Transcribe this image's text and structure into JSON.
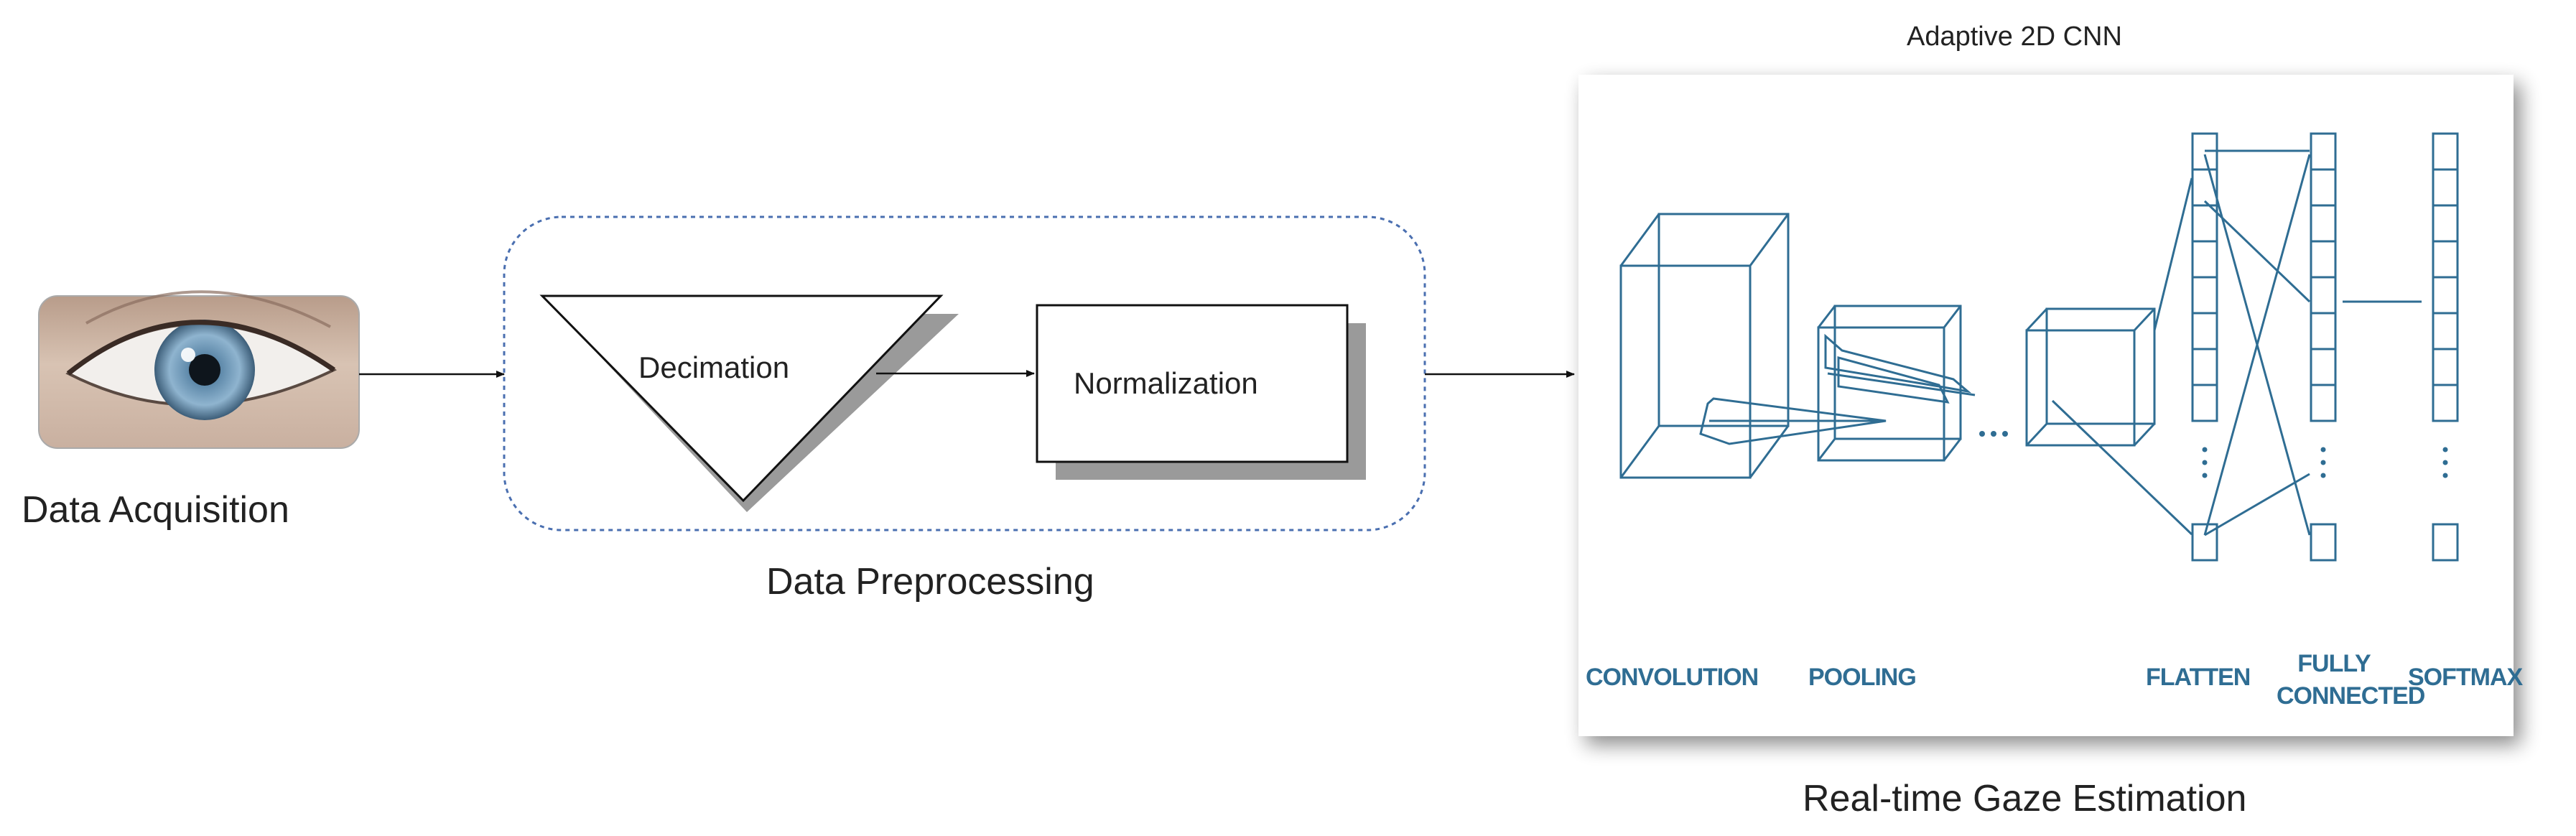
{
  "stages": {
    "acquisition": {
      "label": "Data Acquisition"
    },
    "preprocessing": {
      "label": "Data Preprocessing",
      "decimation_label": "Decimation",
      "normalization_label": "Normalization"
    },
    "estimation": {
      "label": "Real-time Gaze Estimation",
      "cnn_title": "Adaptive 2D CNN",
      "layers": {
        "convolution": "CONVOLUTION",
        "pooling": "POOLING",
        "flatten": "FLATTEN",
        "fully_connected_line1": "FULLY",
        "fully_connected_line2": "CONNECTED",
        "softmax": "SOFTMAX"
      }
    }
  },
  "colors": {
    "cnn_line": "#2f6d93",
    "dashed_border": "#4a6fb0",
    "shadow": "#9a9a9a",
    "arrow": "#111111"
  },
  "icons": {
    "eye_photo": "eye-icon"
  }
}
